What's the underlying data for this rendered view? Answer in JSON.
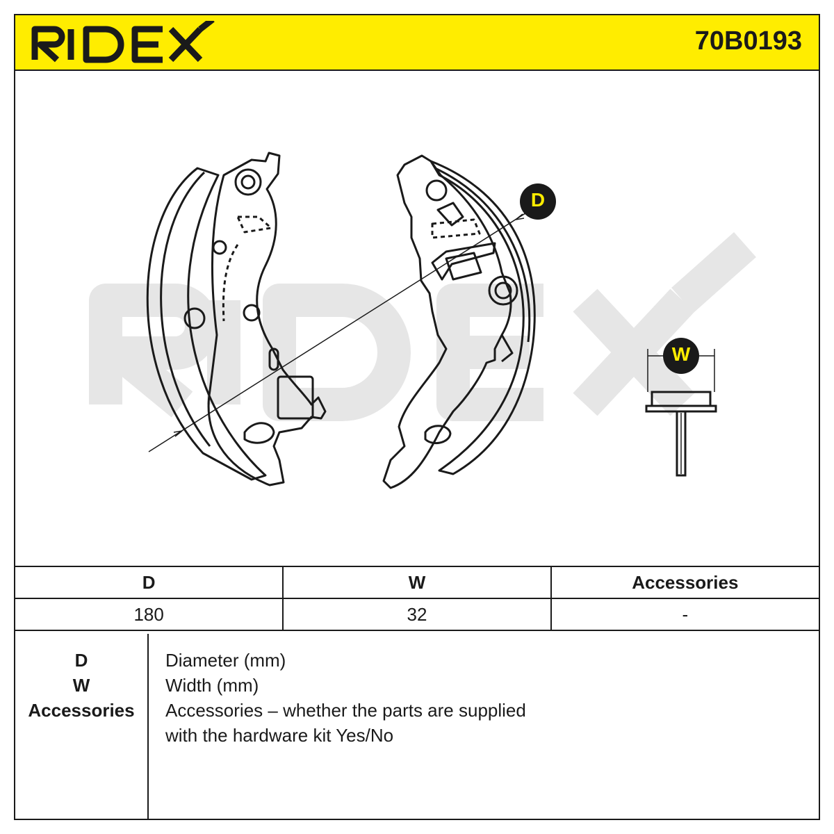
{
  "brand": {
    "name": "RIDEX",
    "color": "#ffed00"
  },
  "part_number": "70B0193",
  "drawing": {
    "watermark": "RIDEX",
    "label_d": "D",
    "label_w": "W"
  },
  "table": {
    "headers": [
      "D",
      "W",
      "Accessories"
    ],
    "values": [
      "180",
      "32",
      "-"
    ]
  },
  "legend": {
    "keys": [
      "D",
      "W",
      "Accessories"
    ],
    "lines": [
      "Diameter (mm)",
      "Width (mm)",
      "Accessories – whether the parts are supplied",
      "with the hardware kit Yes/No"
    ]
  }
}
